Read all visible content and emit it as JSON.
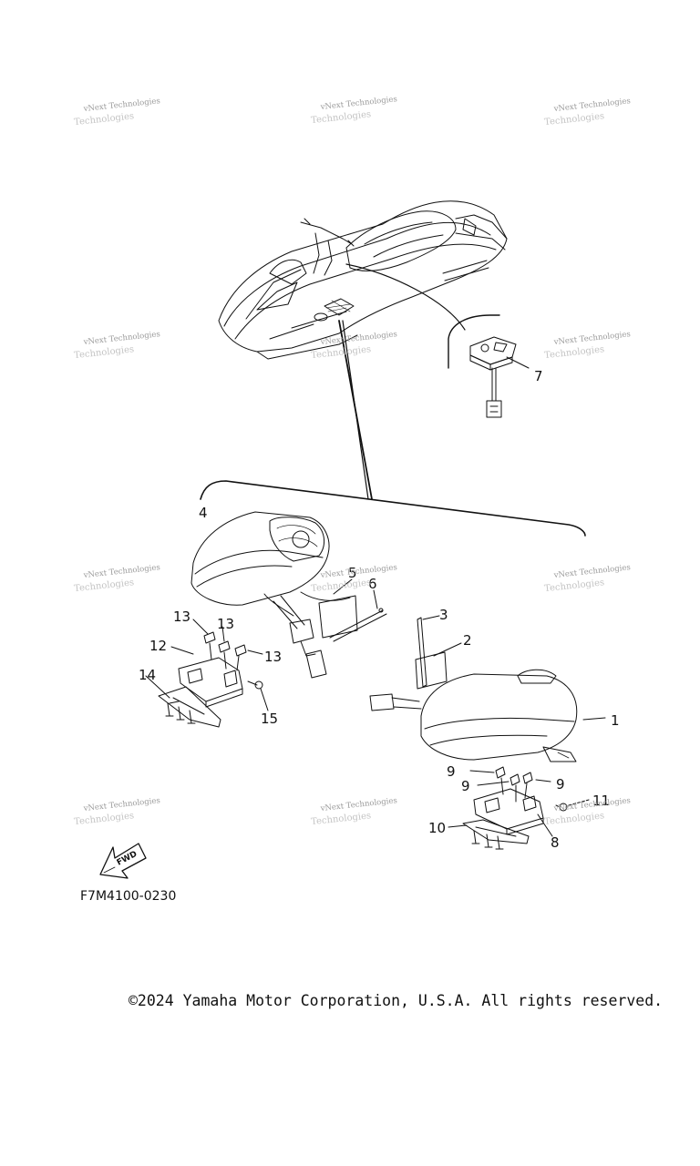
{
  "diagram_code": "F7M4100-0230",
  "copyright": "©2024 Yamaha Motor Corporation, U.S.A. All rights reserved.",
  "fwd_label": "FWD",
  "watermark": {
    "line1": "vNext Technologies",
    "line2": "Technologies"
  },
  "callouts": [
    "1",
    "2",
    "3",
    "4",
    "5",
    "6",
    "7",
    "8",
    "9",
    "9",
    "9",
    "10",
    "11",
    "12",
    "13",
    "13",
    "13",
    "14",
    "15"
  ],
  "colors": {
    "line": "#111111",
    "watermark": "#9a9a9a"
  }
}
